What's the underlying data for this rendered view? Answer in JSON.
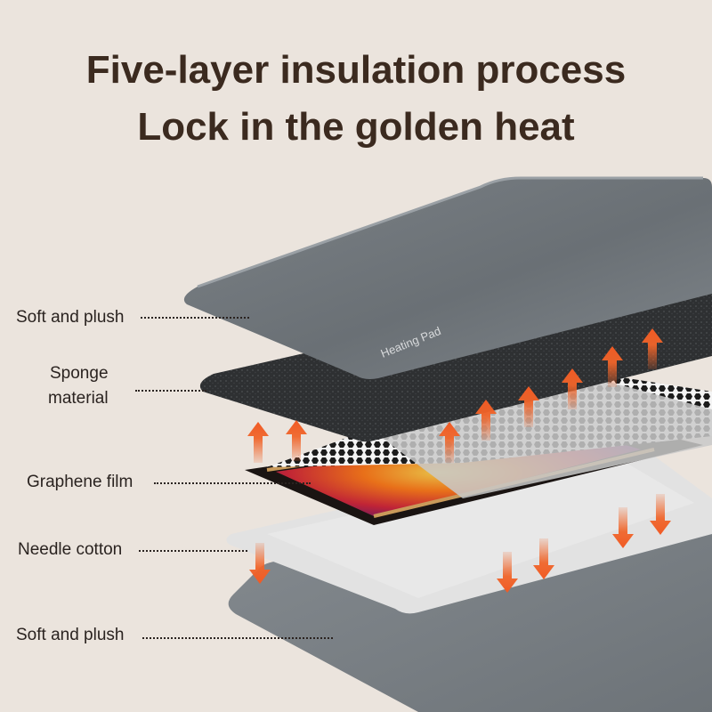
{
  "header": {
    "line1": "Five-layer insulation process",
    "line2": "Lock in the golden heat"
  },
  "product": {
    "pad_print": "Heating Pad"
  },
  "layers": [
    {
      "name": "top-plush",
      "label": "Soft and plush"
    },
    {
      "name": "sponge",
      "label_line1": "Sponge",
      "label_line2": "material"
    },
    {
      "name": "graphene",
      "label": "Graphene film"
    },
    {
      "name": "needle-cotton",
      "label": "Needle cotton"
    },
    {
      "name": "bottom-plush",
      "label": "Soft and plush"
    }
  ],
  "colors": {
    "background": "#ebe4dd",
    "title": "#3b2a1f",
    "plush": "#6b7277",
    "sponge": "#2f3133",
    "cotton": "#dcdcdc",
    "heat_arrow": "#f0652a"
  },
  "icons": {
    "heat_arrow_up": "arrow-up-icon",
    "heat_arrow_down": "arrow-down-icon"
  }
}
